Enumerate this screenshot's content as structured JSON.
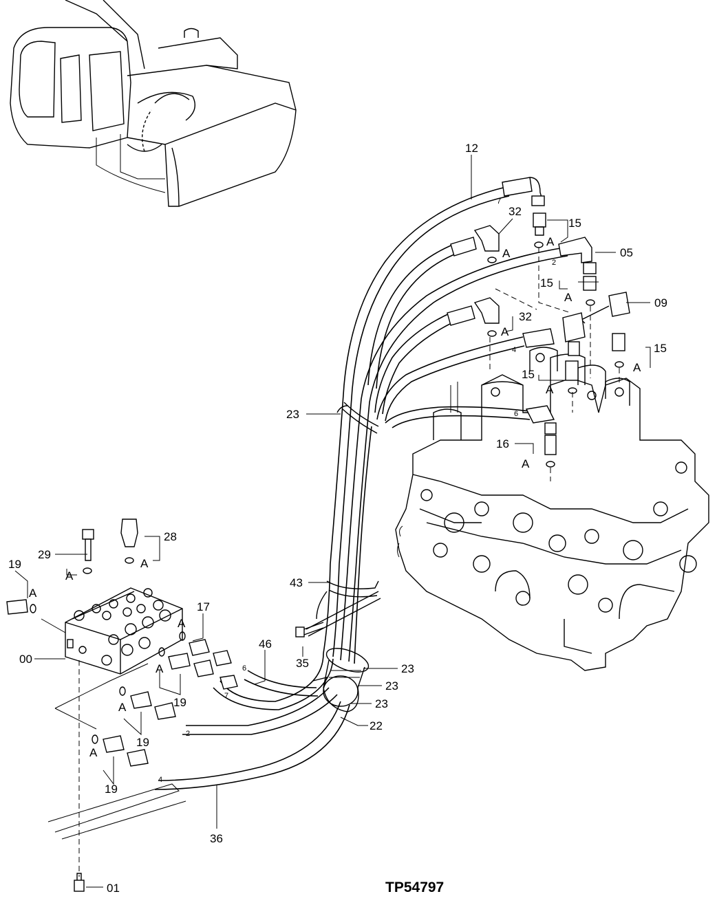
{
  "drawing_code": "TP54797",
  "callouts": [
    {
      "id": "c12",
      "text": "12"
    },
    {
      "id": "c32a",
      "text": "32"
    },
    {
      "id": "c15a",
      "text": "15"
    },
    {
      "id": "c05",
      "text": "05"
    },
    {
      "id": "c15b",
      "text": "15"
    },
    {
      "id": "c09",
      "text": "09"
    },
    {
      "id": "c32b",
      "text": "32"
    },
    {
      "id": "c15c",
      "text": "15"
    },
    {
      "id": "c15d",
      "text": "15"
    },
    {
      "id": "c23a",
      "text": "23"
    },
    {
      "id": "c16",
      "text": "16"
    },
    {
      "id": "c28",
      "text": "28"
    },
    {
      "id": "c29",
      "text": "29"
    },
    {
      "id": "c19a",
      "text": "19"
    },
    {
      "id": "c43",
      "text": "43"
    },
    {
      "id": "c17",
      "text": "17"
    },
    {
      "id": "c46",
      "text": "46"
    },
    {
      "id": "c00",
      "text": "00"
    },
    {
      "id": "c35",
      "text": "35"
    },
    {
      "id": "c23b",
      "text": "23"
    },
    {
      "id": "c23c",
      "text": "23"
    },
    {
      "id": "c23d",
      "text": "23"
    },
    {
      "id": "c22",
      "text": "22"
    },
    {
      "id": "c19b",
      "text": "19"
    },
    {
      "id": "c19c",
      "text": "19"
    },
    {
      "id": "c19d",
      "text": "19"
    },
    {
      "id": "c36",
      "text": "36"
    },
    {
      "id": "c01",
      "text": "01"
    }
  ],
  "group_marker": "A",
  "hose_numbers": [
    "7",
    "2",
    "4",
    "6",
    "6",
    "7",
    "2",
    "4"
  ]
}
